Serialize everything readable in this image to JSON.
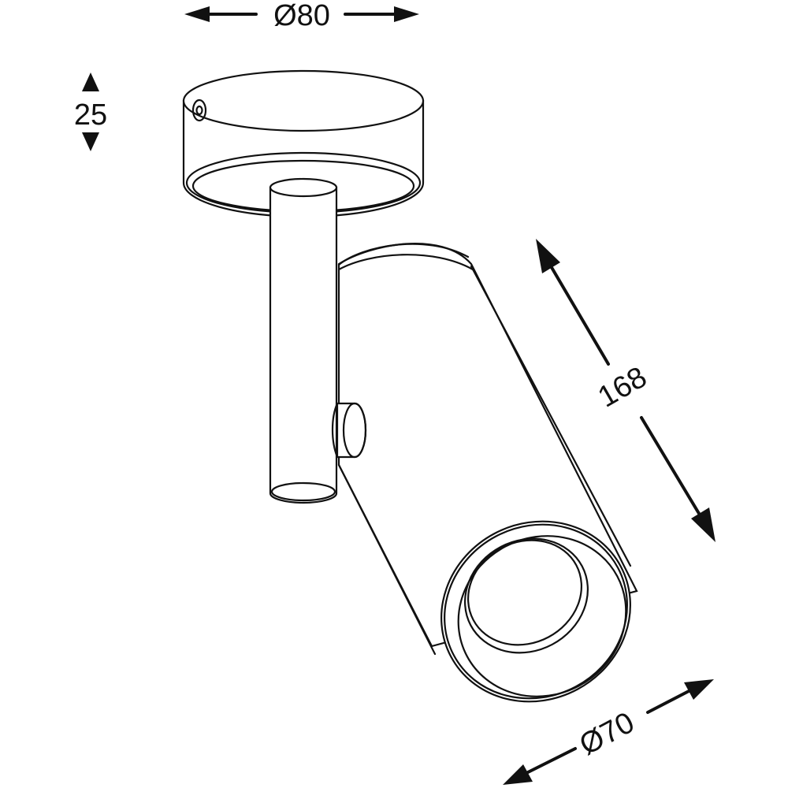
{
  "dimensions": {
    "base_diameter": "Ø80",
    "base_height": "25",
    "body_length": "168",
    "body_diameter": "Ø70"
  },
  "colors": {
    "stroke": "#111111",
    "background": "#ffffff"
  }
}
